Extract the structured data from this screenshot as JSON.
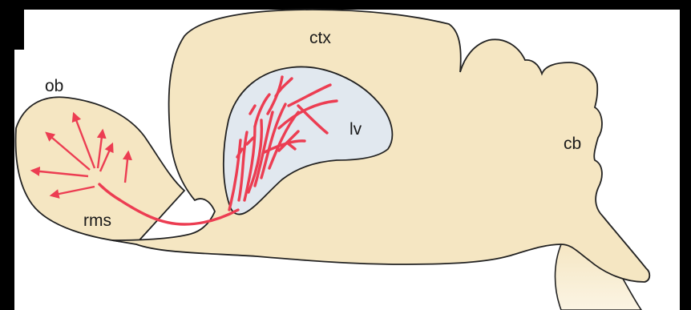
{
  "labels": {
    "olfactory_bulb": "ob",
    "cortex": "ctx",
    "lateral_ventricle": "lv",
    "cerebellum": "cb",
    "rostral_migratory_stream": "rms"
  },
  "colors": {
    "background": "#000000",
    "brain_tissue": "#f5e6c2",
    "outline": "#222222",
    "ventricle": "#e1e8ef",
    "migration": "#ec3d52",
    "brainstem": "#fbf3e1"
  }
}
